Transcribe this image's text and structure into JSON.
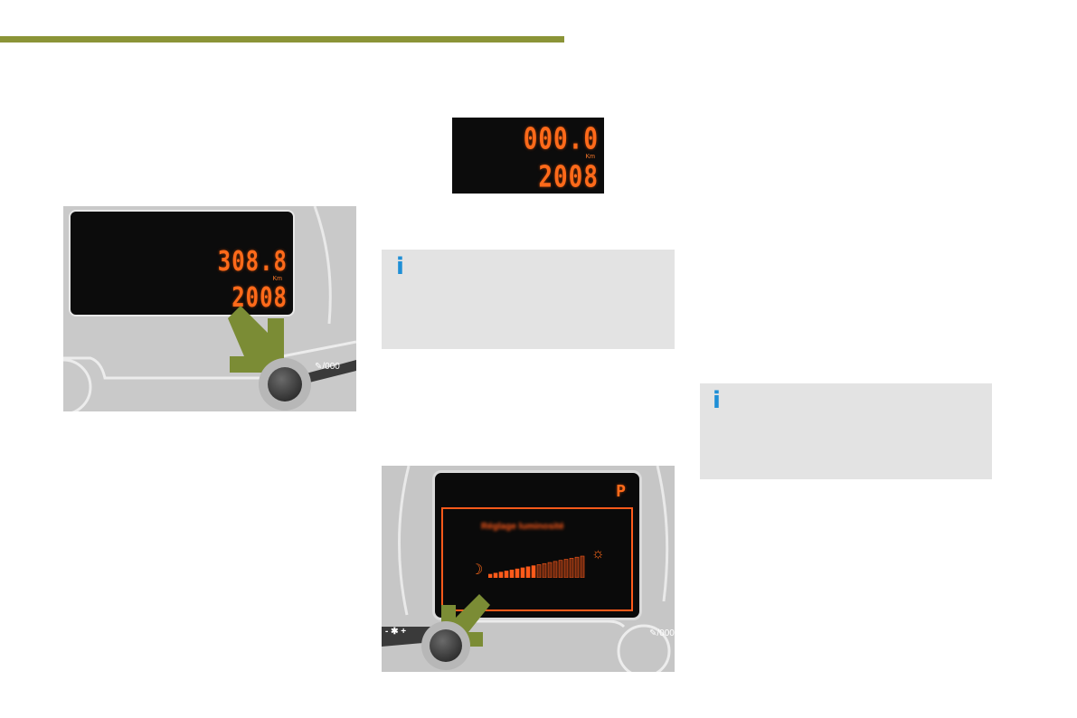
{
  "small_display": {
    "trip": "000.0",
    "unit": "Km",
    "total": "2008"
  },
  "odometer_photo": {
    "trip": "308.8",
    "unit": "Km",
    "total": "2008",
    "button_icon": "wrench-icon",
    "button_label": "/000"
  },
  "info_boxes": [
    {
      "icon": "info-icon",
      "glyph": "i"
    },
    {
      "icon": "info-icon",
      "glyph": "i"
    }
  ],
  "brightness_photo": {
    "gear": "P",
    "title": "Réglage luminosité",
    "night_icon": "moon-icon",
    "day_icon": "sun-icon",
    "level": 0.5,
    "bar_count": 18,
    "button_label": "- ✱ +",
    "right_button_label": "/000"
  },
  "colors": {
    "accent_bar": "#8b9437",
    "arrow": "#7b8c35",
    "display_orange": "#ff6a1a",
    "info_blue": "#1f8fd6",
    "info_bg": "#e3e3e3"
  }
}
